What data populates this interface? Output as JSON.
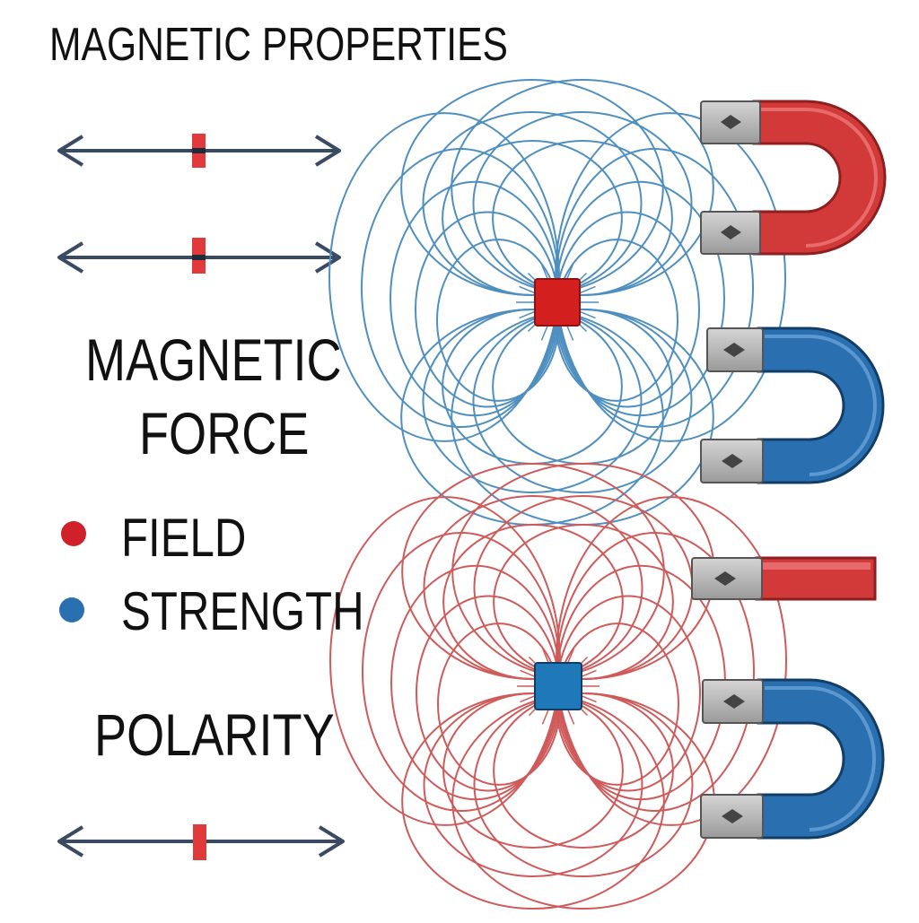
{
  "title": "MAGNETIC PROPERTIES",
  "heading": {
    "line1": "MAGNETIC",
    "line2": "FORCE"
  },
  "legend": [
    {
      "label": "FIELD",
      "color": "#d0202a"
    },
    {
      "label": "STRENGTH",
      "color": "#2a6fb0"
    }
  ],
  "polarity_label": "POLARITY",
  "colors": {
    "arrow": "#3a4a63",
    "tick": "#e03a3a",
    "blue_field": "#4f8fbf",
    "red_field": "#cf5a5a",
    "magnet_red": "#d23a3a",
    "magnet_blue": "#2a6fb0",
    "magnet_tip": "#b8b8b8",
    "center_red": "#d41f1f",
    "center_blue": "#1f78b8"
  },
  "icons": {
    "arrows": "double-headed-arrow-icon",
    "magnets": [
      "horseshoe-magnet-icon",
      "bar-magnet-icon"
    ]
  }
}
